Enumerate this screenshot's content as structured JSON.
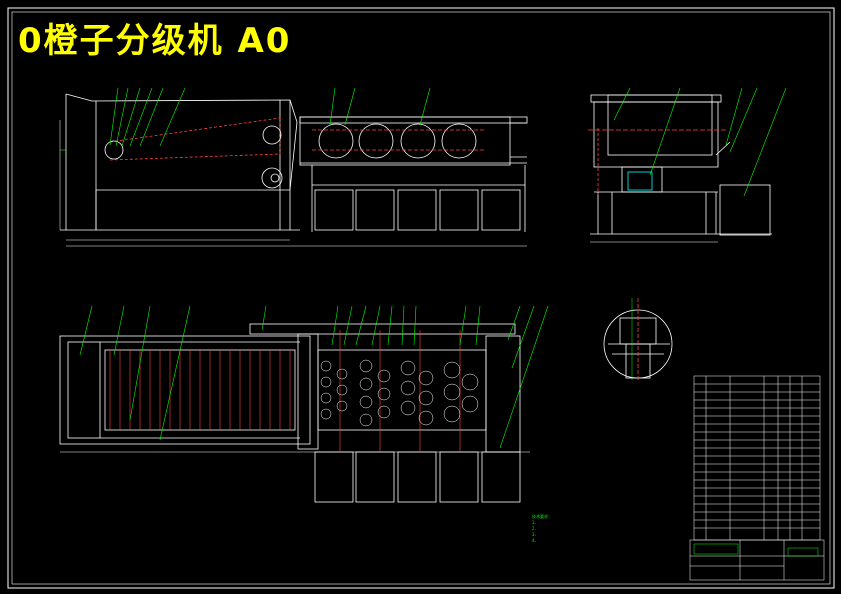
{
  "title": "0橙子分级机 A0",
  "colors": {
    "background": "#000000",
    "frame": "#ffffff",
    "title": "#ffff00",
    "leaders": "#00ff00",
    "centerline": "#ff0000",
    "motor": "#00ffff"
  },
  "technical_notes": {
    "heading": "技术要求：",
    "lines": [
      "1.",
      "2.",
      "3.",
      "4."
    ]
  },
  "views": [
    "front-view",
    "side-view",
    "top-view",
    "detail-view",
    "parts-list"
  ]
}
